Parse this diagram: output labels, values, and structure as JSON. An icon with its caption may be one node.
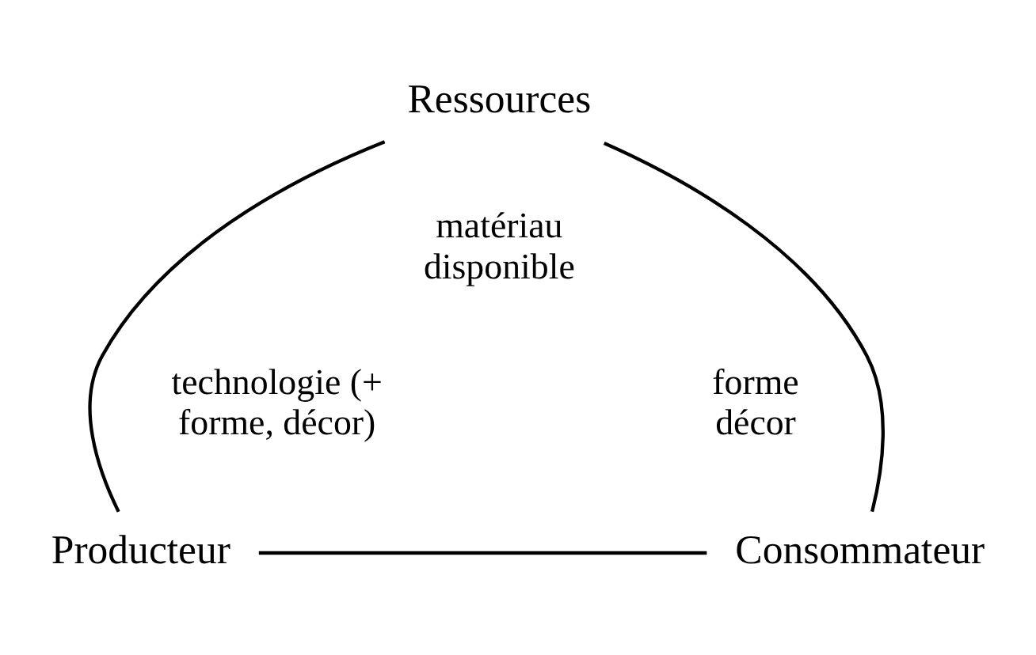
{
  "diagram": {
    "nodes": [
      {
        "text": [
          "Ressources"
        ]
      },
      {
        "text": [
          "Producteur"
        ]
      },
      {
        "text": [
          "Consommateur"
        ]
      }
    ],
    "edges": [
      {
        "from": 0,
        "to": 1,
        "arrow": "none"
      },
      {
        "from": 0,
        "to": 2,
        "arrow": "none"
      },
      {
        "from": 1,
        "to": 2,
        "arrow": "none"
      }
    ],
    "labels": [
      "matériau disponible",
      "technologie (+ forme, décor)",
      "forme décor"
    ]
  }
}
